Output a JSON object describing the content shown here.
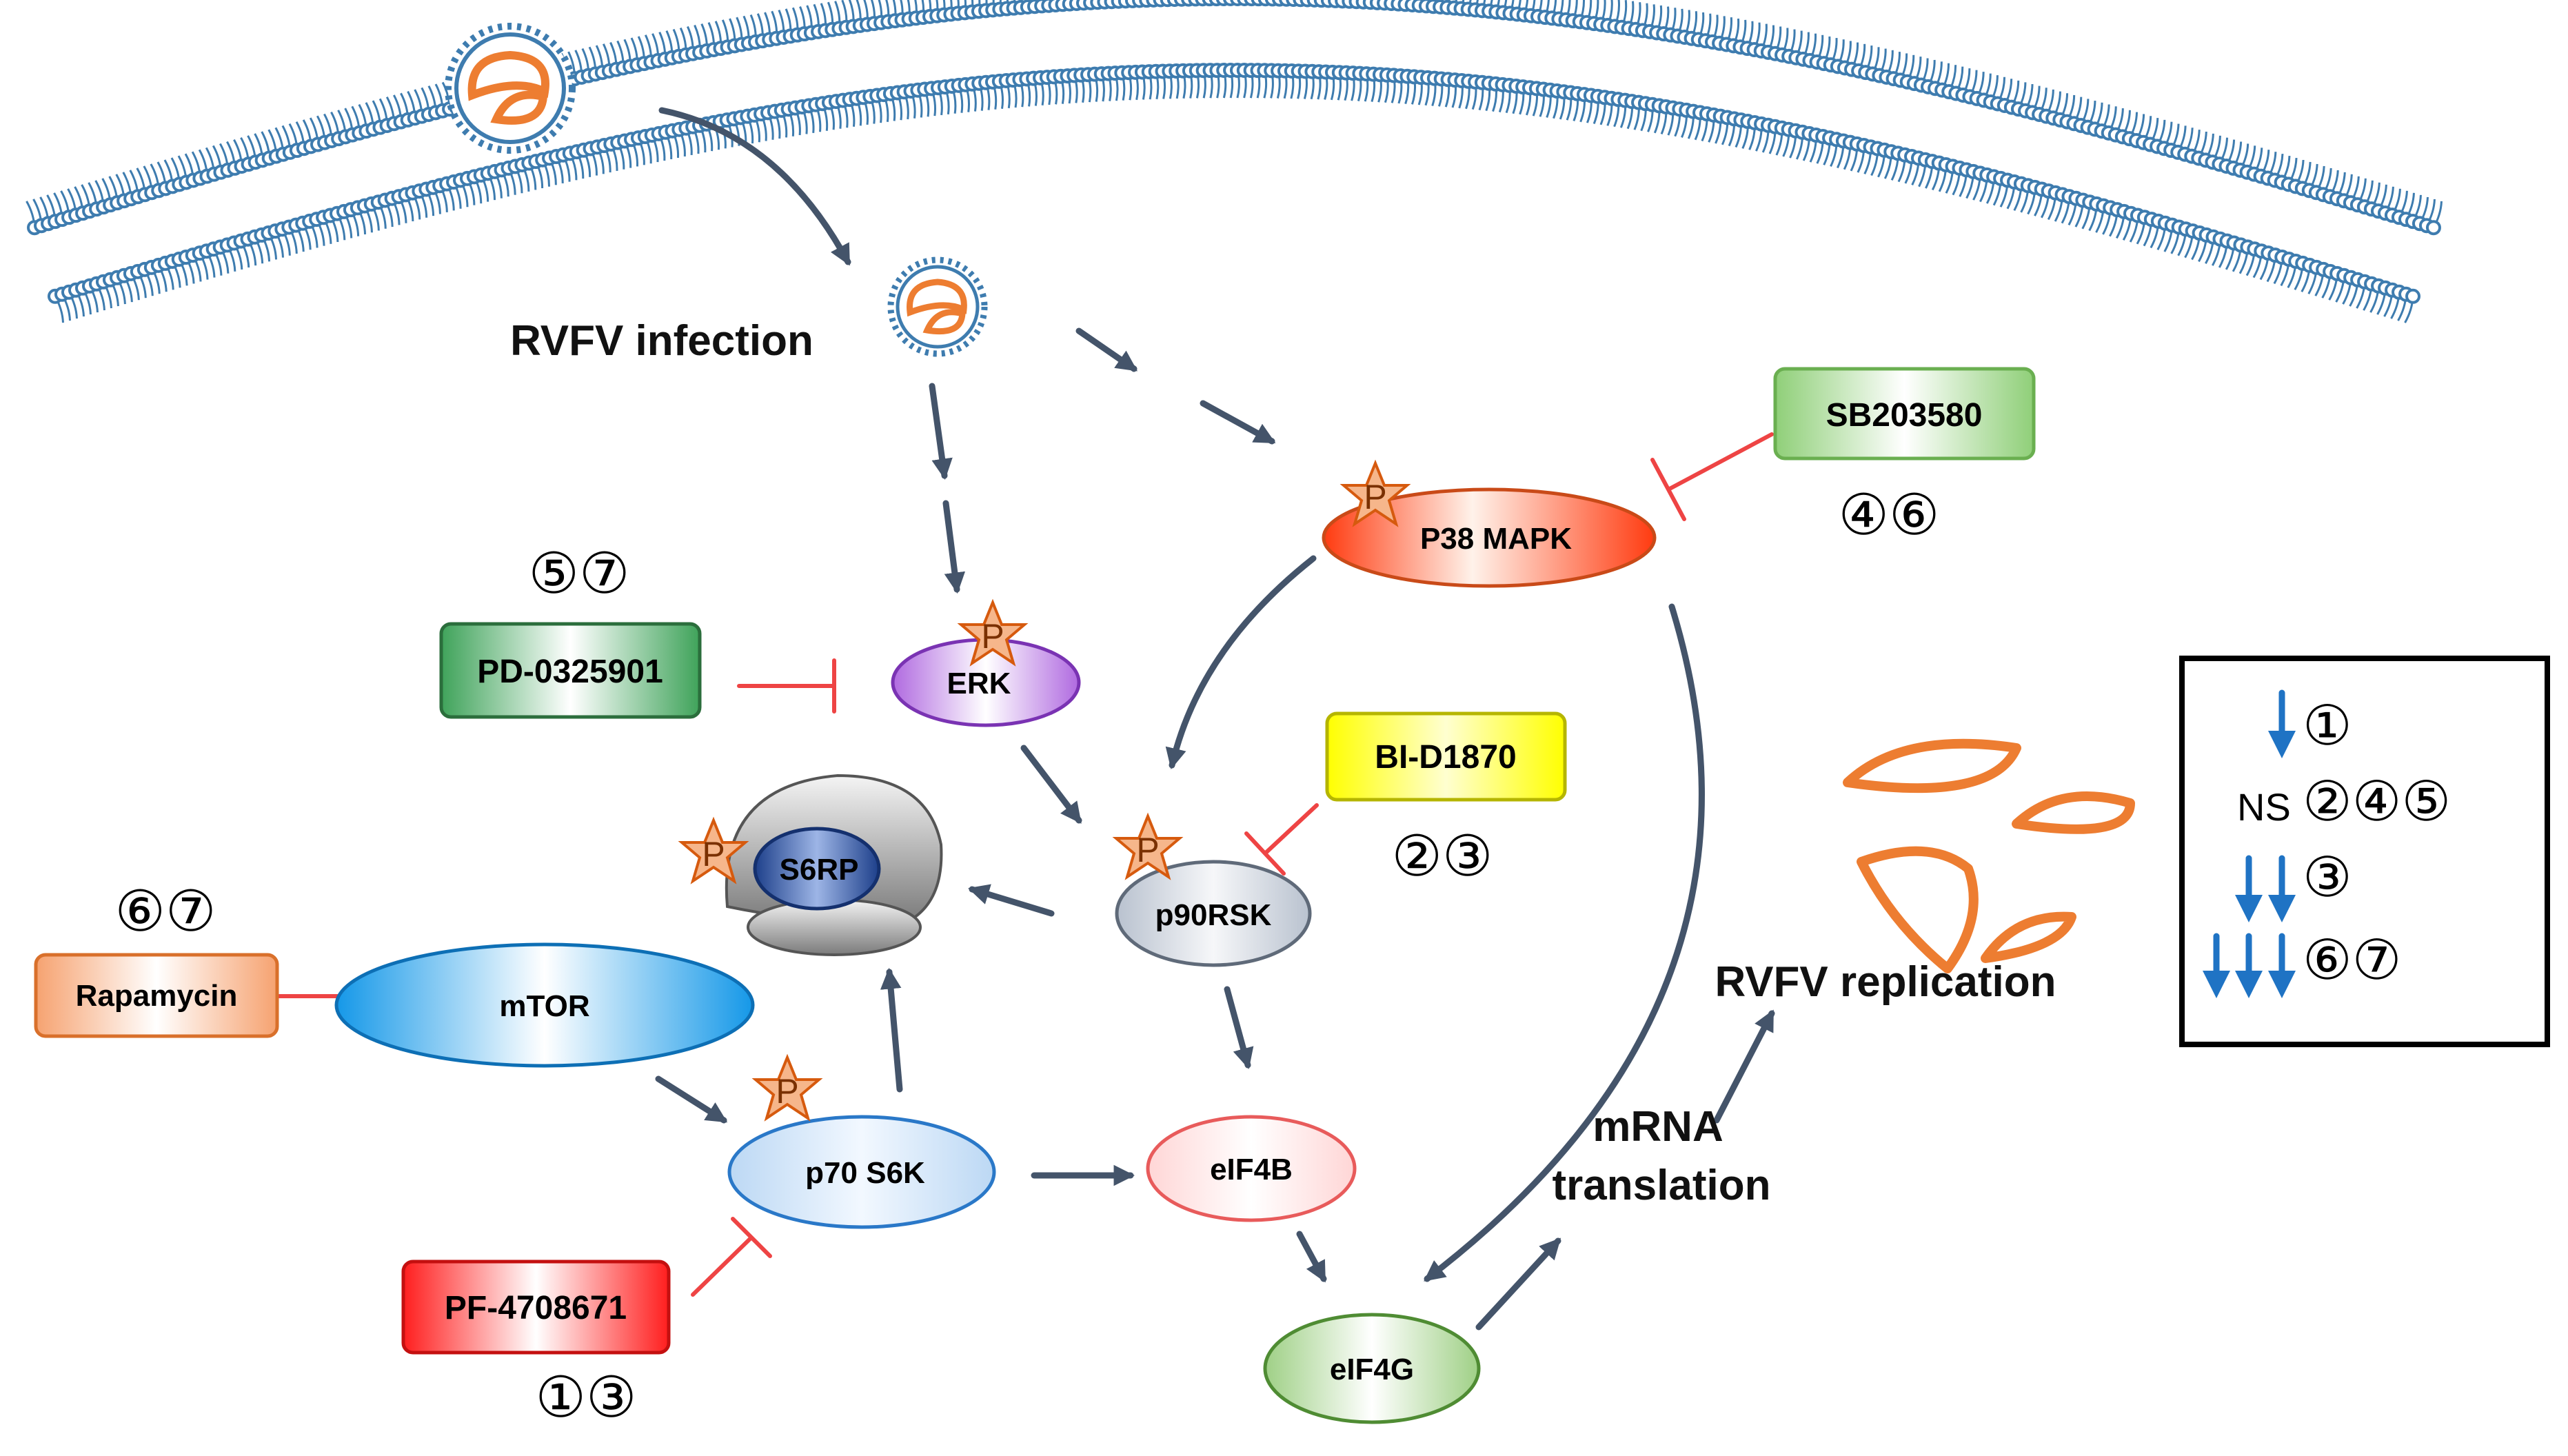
{
  "labels": {
    "infection": "RVFV infection",
    "replication": "RVFV replication",
    "translation_line1": "mRNA",
    "translation_line2": "translation"
  },
  "nodes": {
    "p38": "P38 MAPK",
    "erk": "ERK",
    "s6rp": "S6RP",
    "p90rsk": "p90RSK",
    "mtor": "mTOR",
    "p70s6k": "p70 S6K",
    "eif4b": "eIF4B",
    "eif4g": "eIF4G",
    "phospho": "P"
  },
  "inhibitors": {
    "sb203580": {
      "label": "SB203580",
      "refs": "④⑥"
    },
    "pd0325901": {
      "label": "PD-0325901",
      "refs": "⑤⑦"
    },
    "bid1870": {
      "label": "BI-D1870",
      "refs": "②③"
    },
    "rapamycin": {
      "label": "Rapamycin",
      "refs": "⑥⑦"
    },
    "pf4708671": {
      "label": "PF-4708671",
      "refs": "①③"
    }
  },
  "legend": {
    "row1": "①",
    "row2_prefix": "NS",
    "row2": "②④⑤",
    "row3": "③",
    "row4": "⑥⑦"
  },
  "colors": {
    "membrane": "#3e7caf",
    "arrow": "#44546a",
    "inhibit": "#ee4444",
    "virus": "#ed7d31",
    "legend_arrow": "#1f73c4"
  }
}
